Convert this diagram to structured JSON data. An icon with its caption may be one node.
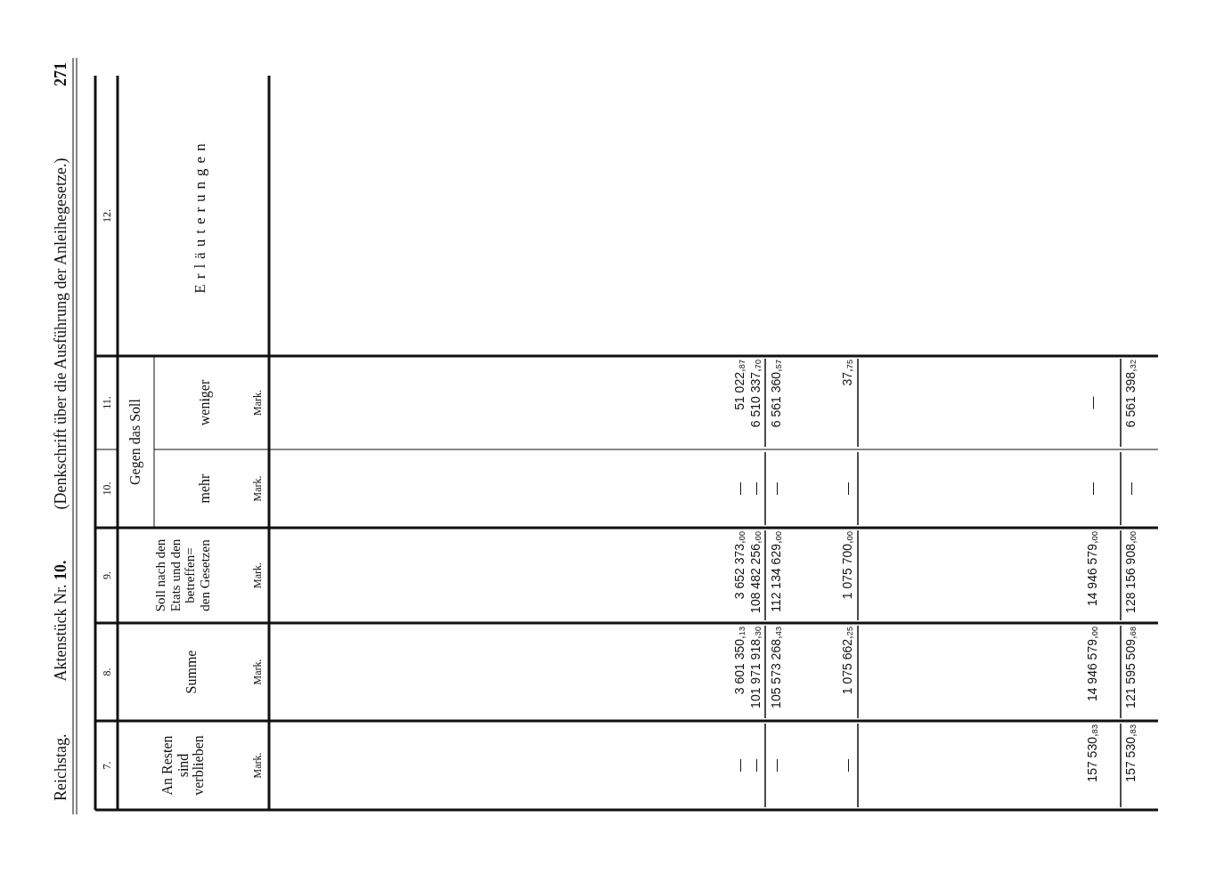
{
  "diagram": {
    "labels": [
      "Reichstag.",
      "Aktenstück Nr. **10.**",
      "(Denkschrift über die Ausführung der Anleihegesetze.)",
      "271",
      "7.",
      "8.",
      "9.",
      "10.",
      "11.",
      "12.",
      "An Resten sind verblieben",
      "Summe",
      "Soll nach den Etats und den betreffen= den Gesetzen",
      "Gegen das Soll",
      "mehr",
      "weniger",
      "Erläuterungen",
      "Mark.",
      "Mark.",
      "Mark.",
      "Mark.",
      "Mark.",
      "—",
      "3 601 350,$_{13}$",
      "3 652 373,$_{00}$",
      "—",
      "51 022,$_{87}$",
      "—",
      "101 971 918,$_{30}$",
      "108 482 256,$_{00}$",
      "—",
      "6 510 337,$_{70}$",
      "—",
      "105 573 268,$_{43}$",
      "112 134 629,$_{00}$",
      "—",
      "6 561 360,$_{57}$",
      "—",
      "1 075 662,$_{25}$",
      "1 075 700,$_{00}$",
      "—",
      "37,$_{75}$",
      "157 530,$_{83}$",
      "14 946 579,$_{00}$",
      "14 946 579,$_{00}$",
      "—",
      "—",
      "157 530,$_{83}$",
      "121 595 509,$_{68}$",
      "128 156 908,$_{00}$",
      "—",
      "6 561 398,$_{32}$"
    ]
  }
}
